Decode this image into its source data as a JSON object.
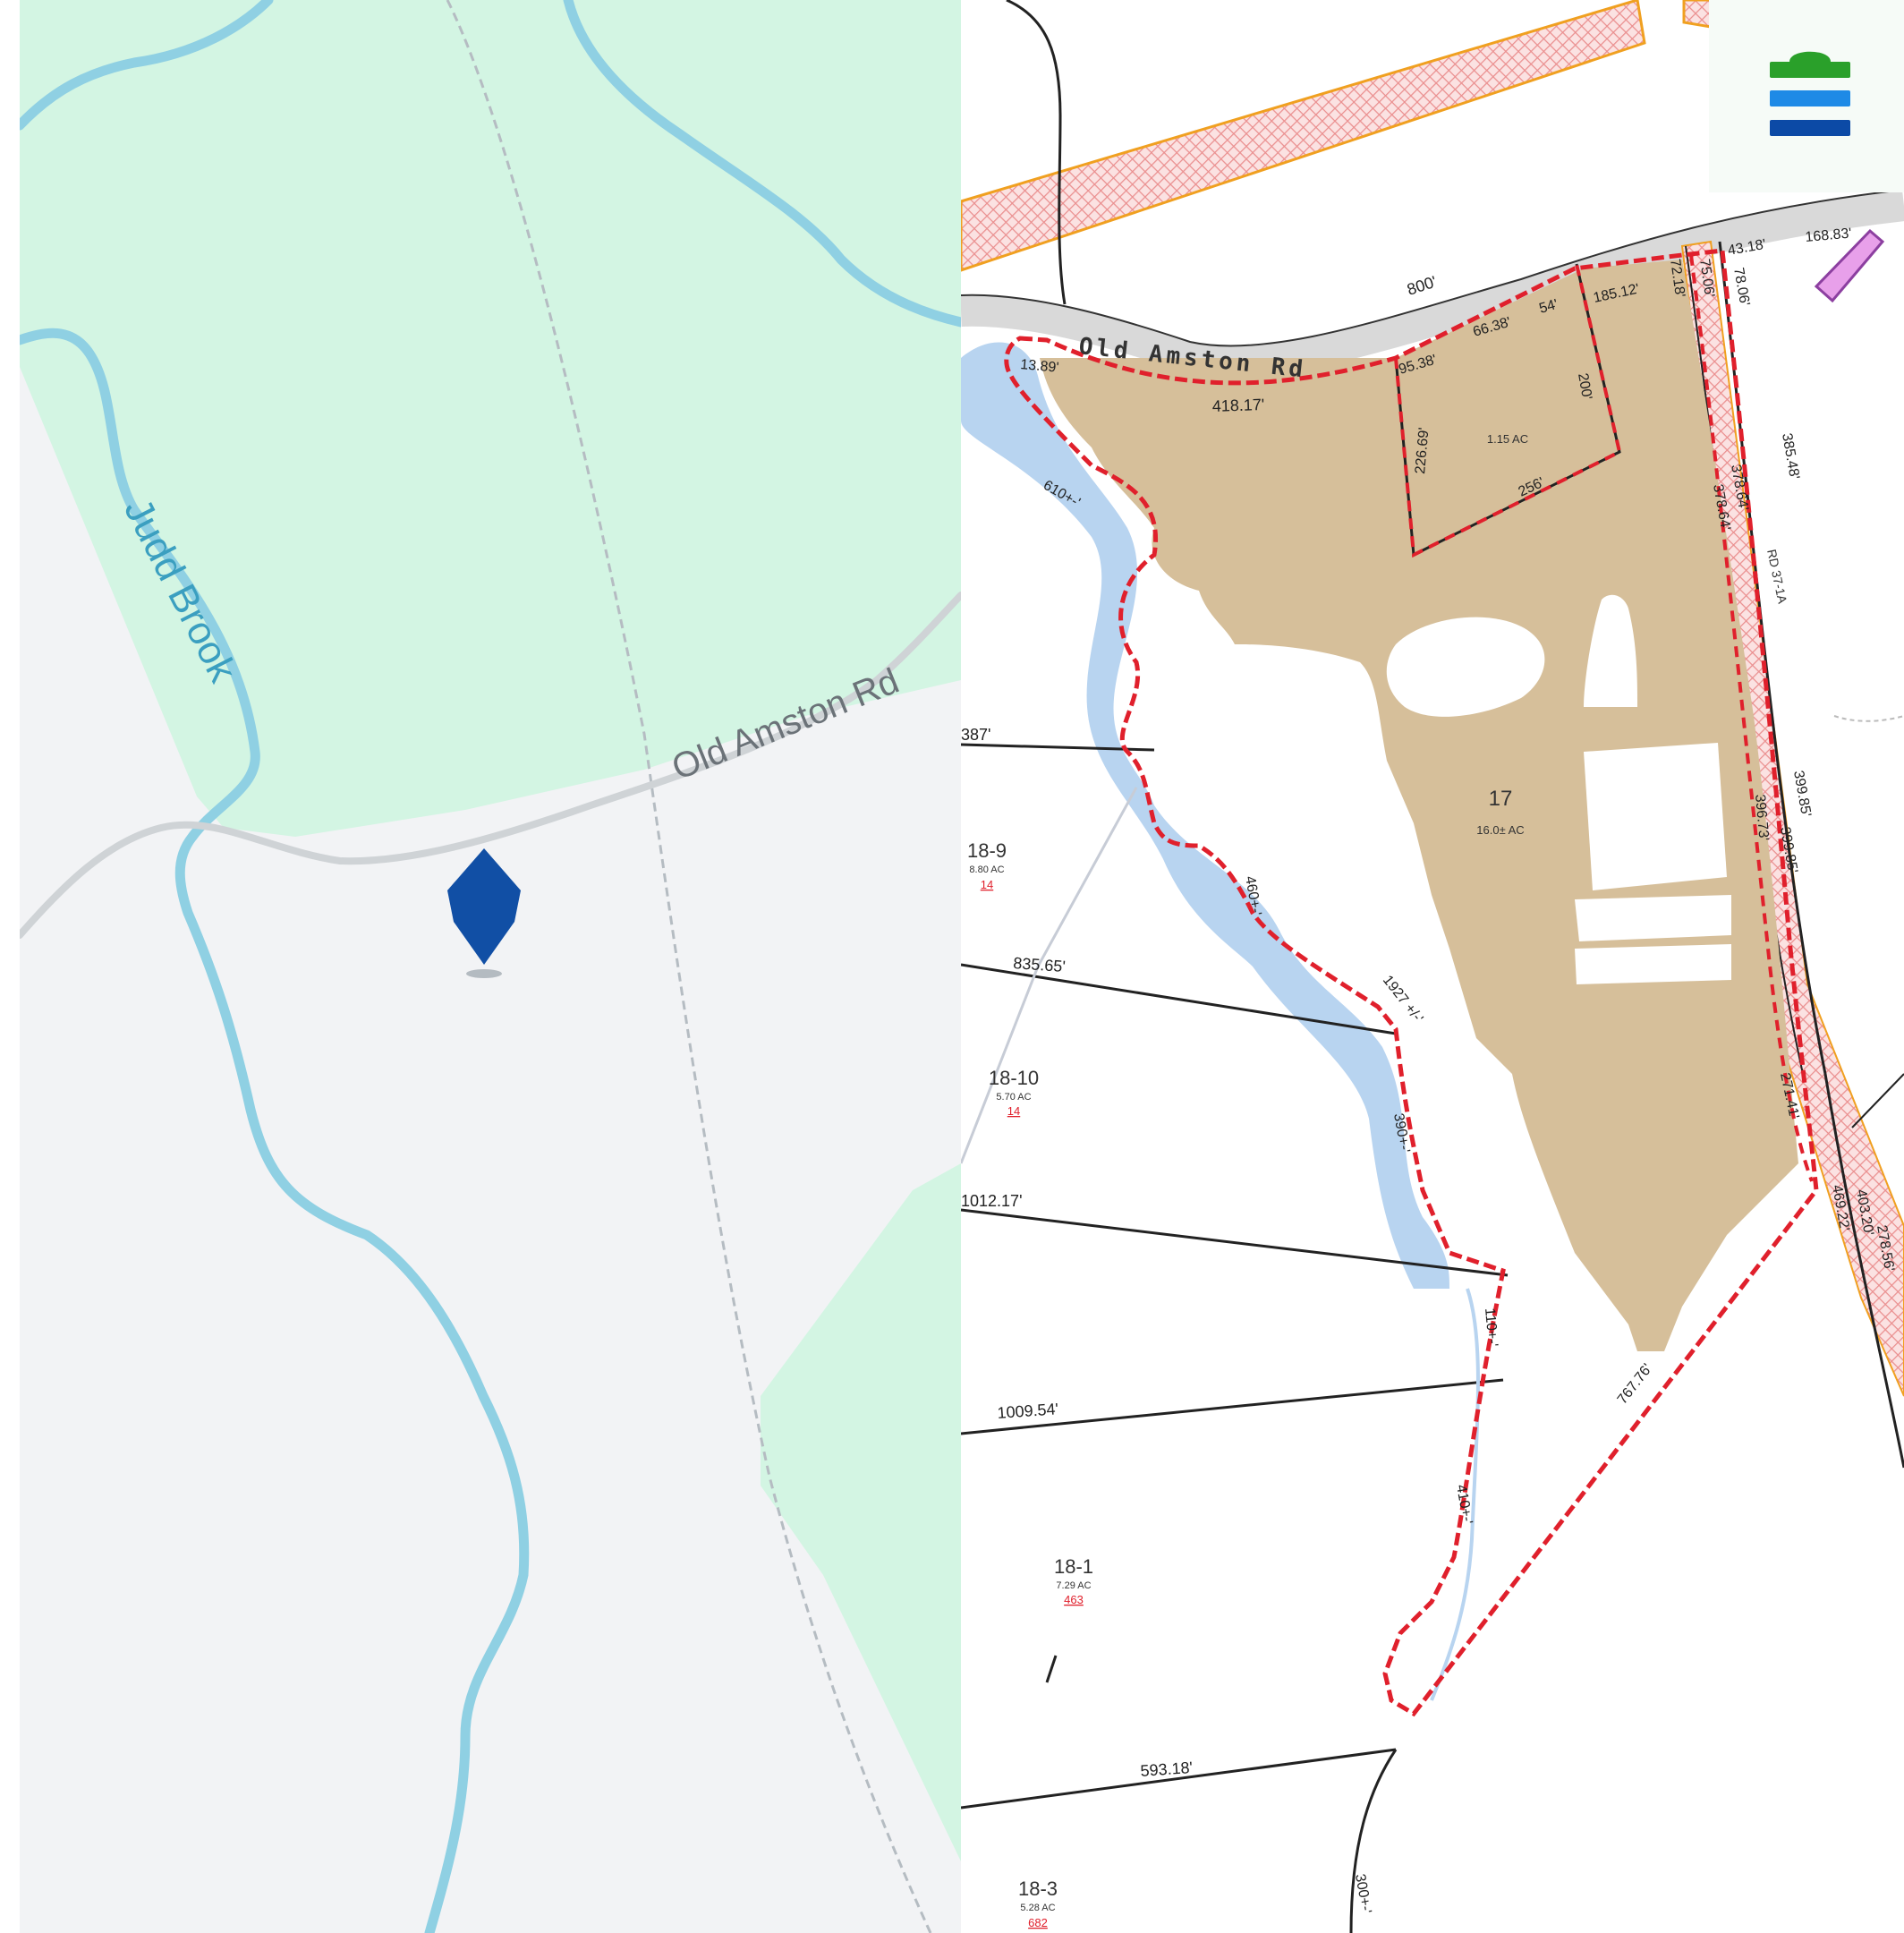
{
  "left_map": {
    "labels": {
      "brook": "Judd Brook",
      "road": "Old Amston Rd"
    },
    "colors": {
      "forest": "#d3f5e3",
      "land": "#f2f3f5",
      "water": "#8fd0e3",
      "road": "#cfd3d6",
      "pin": "#114fa5"
    },
    "icons": {
      "pin": "location-pin-icon"
    }
  },
  "right_map": {
    "road_label": "Old Amston Rd",
    "parcels": [
      {
        "id": "17",
        "area": "16.0± AC"
      },
      {
        "id": "18-9",
        "area": "8.80 AC",
        "ref": "14"
      },
      {
        "id": "18-10",
        "area": "5.70 AC",
        "ref": "14"
      },
      {
        "id": "18-1",
        "area": "7.29 AC",
        "ref": "463"
      },
      {
        "id": "18-3",
        "area": "5.28 AC",
        "ref": "682"
      }
    ],
    "small_lot_area": "1.15 AC",
    "easement_label": "RD 37-1A",
    "dimensions": {
      "d800": "800'",
      "d13_89": "13.89'",
      "d418": "418.17'",
      "d95_38": "95.38'",
      "d66_38": "66.38'",
      "d54": "54'",
      "d185": "185.12'",
      "d72": "72.18'",
      "d75": "75.06'",
      "d43": "43.18'",
      "d168": "168.83'",
      "d78": "78.06'",
      "d226": "226.69'",
      "d200": "200'",
      "d256": "256'",
      "d610a": "610+-'",
      "d378a": "378.64'",
      "d378b": "378.64'",
      "d385": "385.48'",
      "d387": "387'",
      "d835": "835.65'",
      "d460": "460+-'",
      "d1927": "1927 +/-'",
      "d396": "396.73'",
      "d399a": "399.85'",
      "d399b": "399.85'",
      "d390": "390+-'",
      "d1012": "1012.17'",
      "d271": "271.41'",
      "d110": "110+-'",
      "d403": "403.20'",
      "d469": "469.22'",
      "d278": "278.56'",
      "d1009": "1009.54'",
      "d767": "767.76'",
      "d410": "410+-'",
      "d593": "593.18'",
      "d300": "300+-'"
    },
    "colors": {
      "parcel_fill": "#d6bf9a",
      "boundary": "#e0202c",
      "water": "#b8d4f0",
      "hatch": "#f0a3a3",
      "hatch_border": "#f0a020"
    }
  },
  "layers_button": {
    "icon": "layers-icon",
    "colors": {
      "top": "#2aa02a",
      "middle": "#1e8ae6",
      "bottom": "#0c4aa6"
    }
  }
}
